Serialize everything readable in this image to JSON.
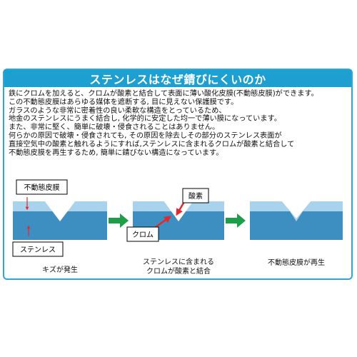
{
  "title": "ステンレスはなぜ錆びにくいのか",
  "paragraph": [
    "鉄にクロムを加えると、クロムが酸素と結合して表面に薄い酸化皮膜(不動態皮膜)ができます。",
    "この不動態皮膜はあらゆる媒体を遮断する, 目に見えない保護膜です。",
    "ガラスのような非常に密着性の良い柔軟な構造をとっているため、",
    "地金のステンレスにうまく結合し, 化学的に安定した均一で薄い膜になっています。",
    "また、非常に堅く、簡単に破壊・侵食されることはありません。",
    "何らかの原因で破壊・侵食されても, その原因を除去しその部分のステンレス表面が",
    "直接空気中の酸素と触れるようにすれば,ステンレスに含まれるクロムが酸素と結合して",
    "不動態皮膜を再生するため, 簡単に錆びない構造になっています。"
  ],
  "labels": {
    "passive_film": "不動態皮膜",
    "stainless": "ステンレス",
    "oxygen": "酸素",
    "chromium": "クロム"
  },
  "captions": {
    "step1": "キズが発生",
    "step2_line1": "ステンレスに含まれる",
    "step2_line2": "クロムが酸素と結合",
    "step3": "不動態皮膜が再生"
  },
  "colors": {
    "banner": "#1e9fd2",
    "steel": "#3d8fc2",
    "film": "#a9d3ec",
    "arrow_green": "#1d9e48",
    "arrow_red": "#e8262b"
  }
}
